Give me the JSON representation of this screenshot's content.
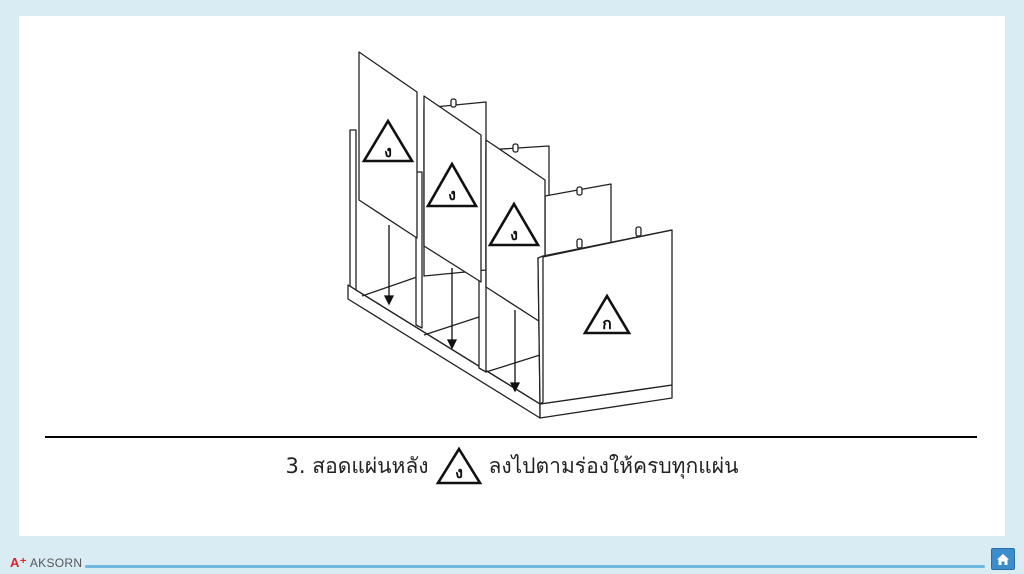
{
  "page": {
    "background_color": "#d9ecf3",
    "card_color": "#ffffff"
  },
  "diagram": {
    "description": "Isometric line drawing of a shelf unit with three back panels being slid down into grooves",
    "panel_labels": {
      "back_panel": "ง",
      "side_panel": "ก"
    },
    "back_panel_count": 3
  },
  "caption": {
    "prefix": "3. สอดแผ่นหลัง",
    "marker": "ง",
    "suffix": "ลงไปตามร่องให้ครบทุกแผ่น"
  },
  "footer": {
    "brand": "AKSORN",
    "brand_color": "#d9262c",
    "line_color": "#6fb9e0",
    "home_button": {
      "icon": "home-icon",
      "color": "#3b8dcc"
    }
  }
}
